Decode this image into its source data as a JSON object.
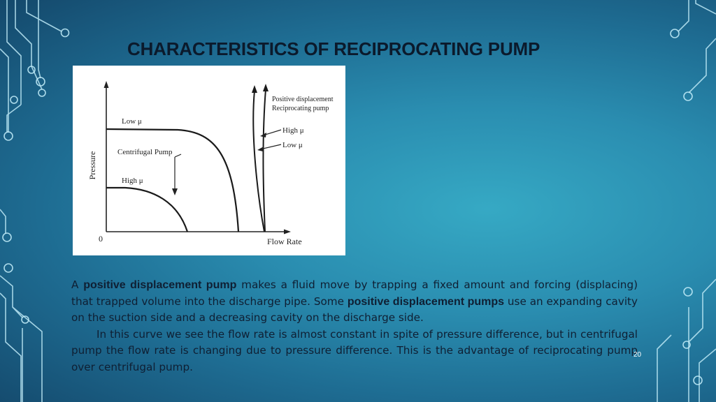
{
  "slide": {
    "title": "CHARACTERISTICS OF RECIPROCATING PUMP",
    "page_number": "20"
  },
  "figure": {
    "y_axis_label": "Pressure",
    "x_axis_label": "Flow Rate",
    "origin_label": "0",
    "label_low_mu_left": "Low μ",
    "label_high_mu_left": "High μ",
    "label_centrifugal": "Centrifugal Pump",
    "label_pd_line1": "Positive displacement",
    "label_pd_line2": "Reciprocating pump",
    "label_high_mu_right": "High μ",
    "label_low_mu_right": "Low μ"
  },
  "body": {
    "p1_prefix": "A ",
    "p1_kw1": "positive displacement pump",
    "p1_mid": " makes a fluid move by trapping a fixed amount and forcing (displacing) that trapped volume into the discharge pipe. Some ",
    "p1_kw2": "positive displacement pumps",
    "p1_suffix": " use an expanding cavity on the suction side and a decreasing cavity on the discharge side.",
    "p2": "In this curve we see the flow rate is almost constant in spite of  pressure difference, but in centrifugal pump the flow rate is changing due to pressure difference. This is the advantage of reciprocating pump over centrifugal pump."
  },
  "colors": {
    "background_center": "#36a9c4",
    "background_edge": "#14486b",
    "title": "#0b1a2c",
    "body_text": "#0f1f33",
    "circuit_lines": "#bde9f6"
  }
}
